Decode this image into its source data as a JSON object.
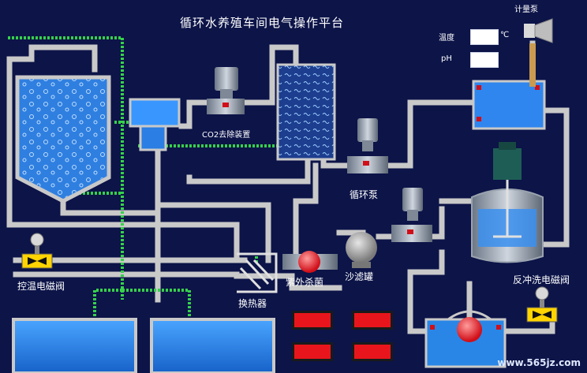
{
  "page": {
    "title": "循环水养殖车间电气操作平台"
  },
  "readouts": {
    "temperature_label": "温度",
    "temperature_unit": "℃",
    "temperature_value": "",
    "ph_label": "pH",
    "ph_value": ""
  },
  "equipment": {
    "metering_pump": "计量泵",
    "co2_removal": "CO2去除装置",
    "circulation_pump": "循环泵",
    "temp_control_valve": "控温电磁阀",
    "uv_sterilizer": "紫外杀菌",
    "sand_filter": "沙滤罐",
    "heat_exchanger": "换热器",
    "backwash_valve": "反冲洗电磁阀"
  },
  "alarms": [
    {
      "name": "alarm-1",
      "state": "on"
    },
    {
      "name": "alarm-2",
      "state": "on"
    },
    {
      "name": "alarm-3",
      "state": "on"
    },
    {
      "name": "alarm-4",
      "state": "on"
    }
  ],
  "watermark": "www.565jz.com",
  "colors": {
    "background": "#0c1448",
    "pipe": "#c9c9c9",
    "water": "#2a86e6",
    "signal_line": "#35d24a",
    "alarm": "#e8161c",
    "indicator": "#ff3b3b"
  }
}
